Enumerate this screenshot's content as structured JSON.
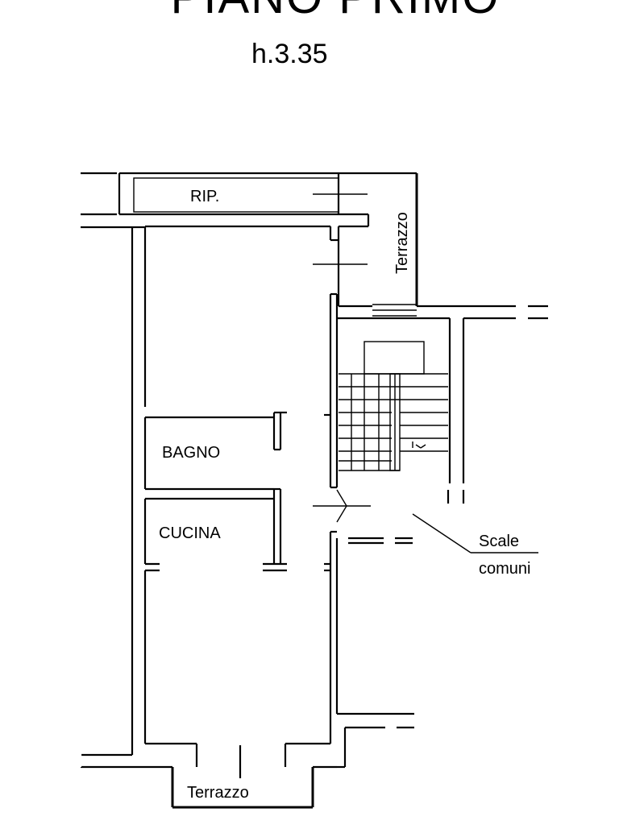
{
  "header": {
    "title": "PIANO PRIMO",
    "height_note": "h.3.35"
  },
  "rooms": {
    "rip": "RIP.",
    "bagno": "BAGNO",
    "cucina": "CUCINA",
    "terrazzo_top": "Terrazzo",
    "terrazzo_bottom": "Terrazzo"
  },
  "annotations": {
    "scale_line1": "Scale",
    "scale_line2": "comuni"
  }
}
